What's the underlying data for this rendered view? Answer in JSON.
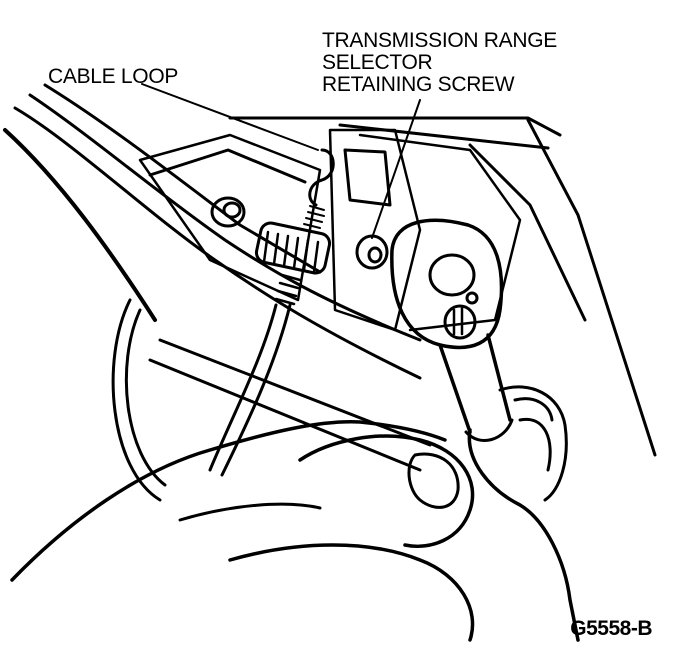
{
  "callouts": {
    "cable_loop": "CABLE LOOP",
    "selector_screw_lines": [
      "TRANSMISSION RANGE",
      "SELECTOR",
      "RETAINING SCREW"
    ]
  },
  "figure_id": "G5558-B",
  "colors": {
    "ink": "#000000",
    "paper": "#ffffff"
  }
}
